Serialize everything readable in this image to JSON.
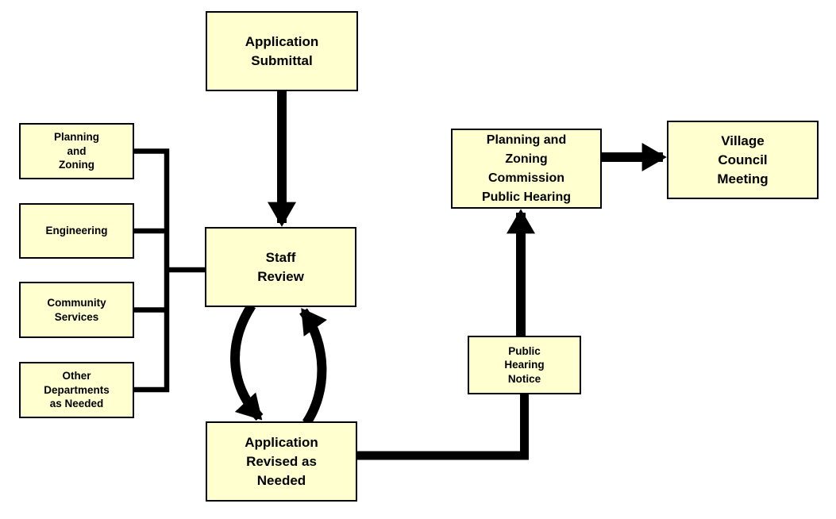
{
  "style": {
    "box_fill": "#FFFFCF",
    "box_border": "#000000",
    "text_color": "#000000",
    "connector_color": "#000000",
    "background": "#FFFFFF"
  },
  "diagram": {
    "type": "flowchart",
    "nodes": {
      "application_submittal": {
        "label": "Application\nSubmittal"
      },
      "planning_zoning": {
        "label": "Planning\nand\nZoning"
      },
      "engineering": {
        "label": "Engineering"
      },
      "community_services": {
        "label": "Community\nServices"
      },
      "other_departments": {
        "label": "Other\nDepartments\nas Needed"
      },
      "staff_review": {
        "label": "Staff\nReview"
      },
      "application_revised": {
        "label": "Application\nRevised as\nNeeded"
      },
      "public_hearing_notice": {
        "label": "Public\nHearing\nNotice"
      },
      "pz_commission_hearing": {
        "label": "Planning and\nZoning\nCommission\nPublic Hearing"
      },
      "village_council_meeting": {
        "label": "Village\nCouncil\nMeeting"
      }
    },
    "edges": [
      {
        "from": "application_submittal",
        "to": "staff_review",
        "type": "arrow"
      },
      {
        "from": "planning_zoning",
        "to": "staff_review",
        "type": "line"
      },
      {
        "from": "engineering",
        "to": "staff_review",
        "type": "line"
      },
      {
        "from": "community_services",
        "to": "staff_review",
        "type": "line"
      },
      {
        "from": "other_departments",
        "to": "staff_review",
        "type": "line"
      },
      {
        "from": "staff_review",
        "to": "application_revised",
        "type": "curved-arrow"
      },
      {
        "from": "application_revised",
        "to": "staff_review",
        "type": "curved-arrow"
      },
      {
        "from": "application_revised",
        "to": "public_hearing_notice",
        "type": "elbow-line"
      },
      {
        "from": "public_hearing_notice",
        "to": "pz_commission_hearing",
        "type": "arrow"
      },
      {
        "from": "pz_commission_hearing",
        "to": "village_council_meeting",
        "type": "arrow"
      }
    ]
  }
}
